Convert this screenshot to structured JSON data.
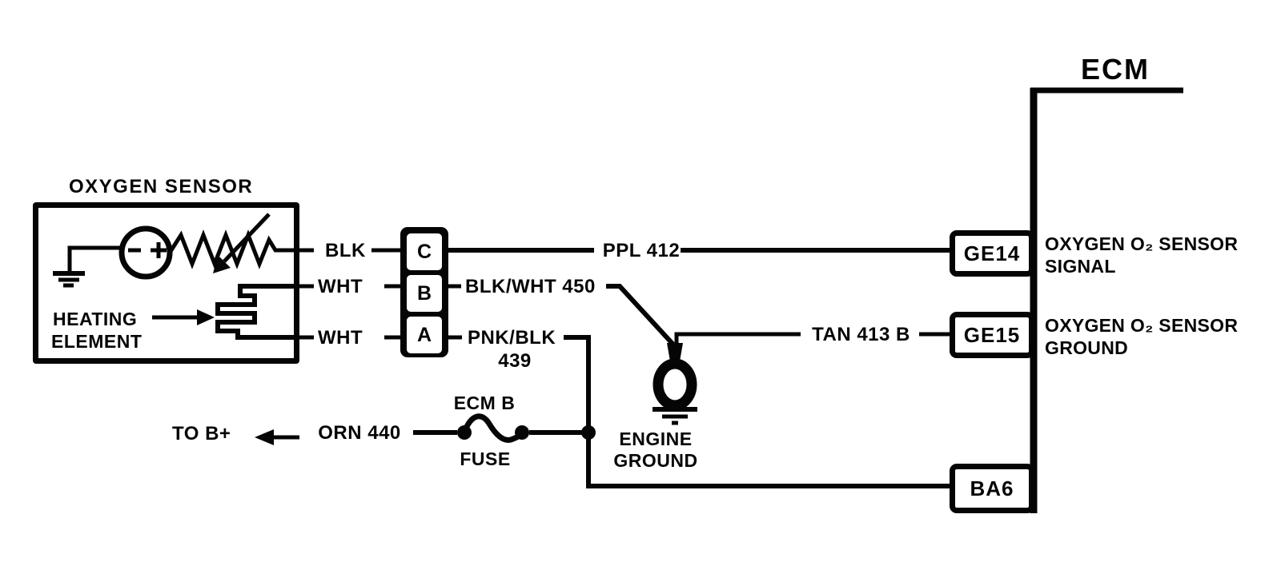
{
  "colors": {
    "ink": "#050505",
    "paper": "#ffffff"
  },
  "sensor": {
    "title": "OXYGEN SENSOR",
    "heating_line1": "HEATING",
    "heating_line2": "ELEMENT"
  },
  "connector": {
    "pin_c": "C",
    "pin_b": "B",
    "pin_a": "A"
  },
  "wires": {
    "blk": "BLK",
    "wht_b": "WHT",
    "wht_a": "WHT",
    "ppl": "PPL 412",
    "blk_wht": "BLK/WHT 450",
    "pnk_blk": "PNK/BLK",
    "pnk_blk_num": "439",
    "tan": "TAN 413 B",
    "orn": "ORN 440"
  },
  "power": {
    "to_b_plus": "TO B+",
    "fuse_name": "ECM B",
    "fuse_word": "FUSE"
  },
  "ground": {
    "line1": "ENGINE",
    "line2": "GROUND"
  },
  "ecm": {
    "title": "ECM",
    "terminals": [
      {
        "id": "GE14",
        "desc1": "OXYGEN O₂ SENSOR",
        "desc2": "SIGNAL"
      },
      {
        "id": "GE15",
        "desc1": "OXYGEN O₂ SENSOR",
        "desc2": "GROUND"
      },
      {
        "id": "BA6"
      }
    ]
  }
}
